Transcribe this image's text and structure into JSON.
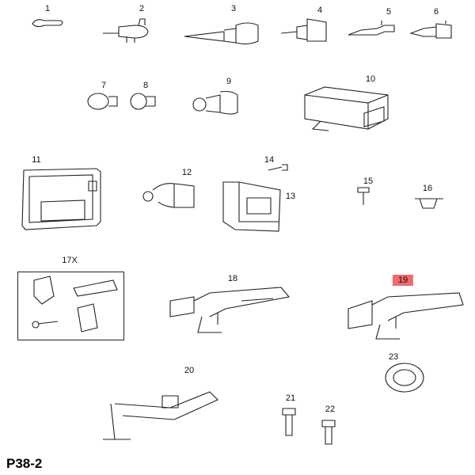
{
  "page_code": "P38-2",
  "highlight_color": "#f06a6a",
  "parts": [
    {
      "label": "1"
    },
    {
      "label": "2"
    },
    {
      "label": "3"
    },
    {
      "label": "4"
    },
    {
      "label": "5"
    },
    {
      "label": "6"
    },
    {
      "label": "7"
    },
    {
      "label": "8"
    },
    {
      "label": "9"
    },
    {
      "label": "10"
    },
    {
      "label": "11"
    },
    {
      "label": "12"
    },
    {
      "label": "13"
    },
    {
      "label": "14"
    },
    {
      "label": "15"
    },
    {
      "label": "16"
    },
    {
      "label": "17X"
    },
    {
      "label": "18"
    },
    {
      "label": "19",
      "highlighted": true
    },
    {
      "label": "20"
    },
    {
      "label": "21"
    },
    {
      "label": "22"
    },
    {
      "label": "23"
    }
  ]
}
